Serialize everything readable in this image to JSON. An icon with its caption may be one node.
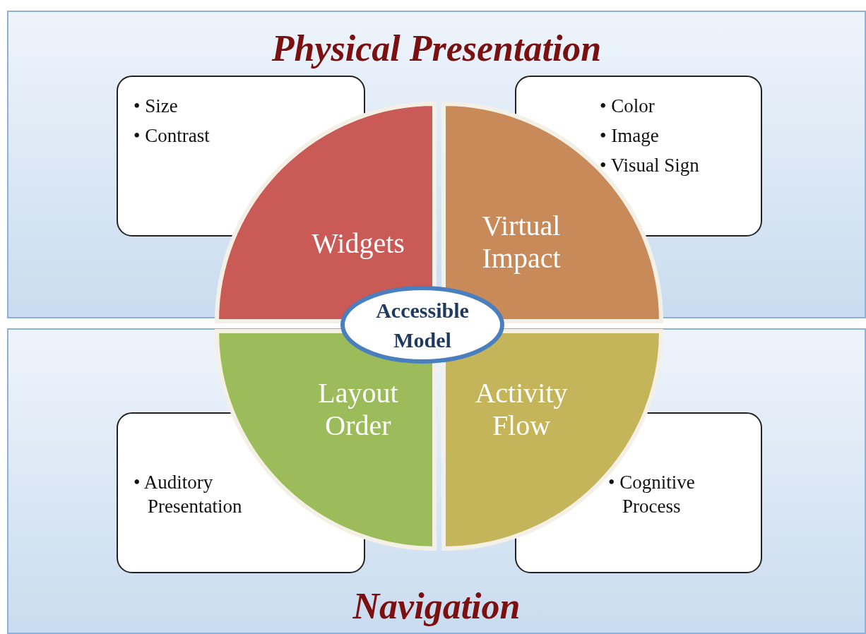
{
  "diagram": {
    "nodes": [
      {
        "text": [
          "Physical Presentation"
        ]
      },
      {
        "text": [
          "• Size",
          "• Contrast"
        ],
        "in": 0
      },
      {
        "text": [
          "• Color",
          "• Image",
          "• Visual Sign"
        ],
        "in": 0
      },
      {
        "text": [
          "Widgets"
        ],
        "in": 0
      },
      {
        "text": [
          "Virtual Impact"
        ],
        "in": 0
      },
      {
        "text": [
          "Accessible Model"
        ]
      },
      {
        "text": [
          "Navigation"
        ]
      },
      {
        "text": [
          "Layout Order"
        ],
        "in": 6
      },
      {
        "text": [
          "Activity Flow"
        ],
        "in": 6
      },
      {
        "text": [
          "• Auditory Presentation"
        ],
        "in": 6
      },
      {
        "text": [
          "• Cognitive Process"
        ],
        "in": 6
      }
    ],
    "edges": []
  }
}
